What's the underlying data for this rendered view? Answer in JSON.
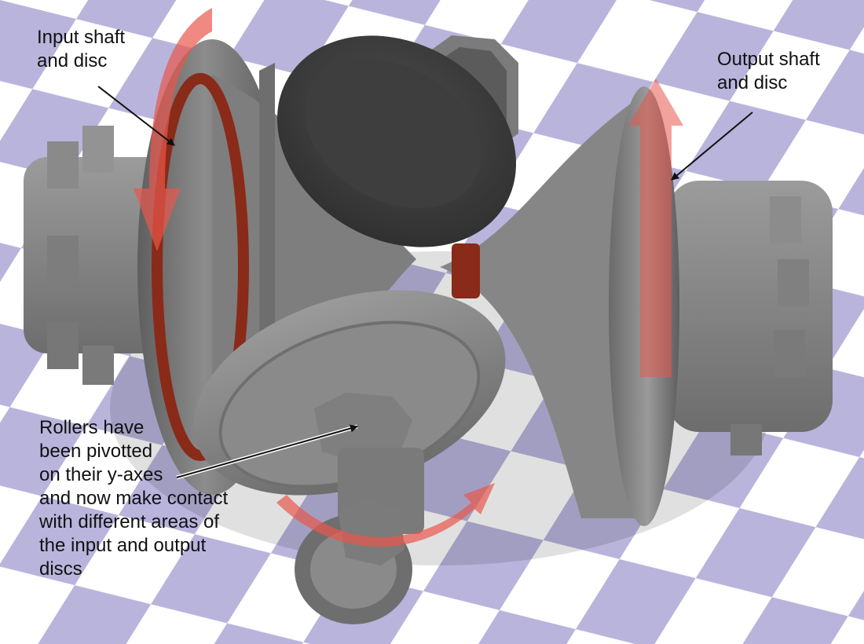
{
  "labels": {
    "input": {
      "lines": [
        "Input shaft",
        "and disc"
      ]
    },
    "output": {
      "lines": [
        "Output shaft",
        "and disc"
      ]
    },
    "rollers": {
      "lines": [
        "Rollers have",
        "been pivotted",
        "on their y-axes",
        "and now make contact",
        "with different areas of",
        "the input and output",
        "discs"
      ]
    }
  },
  "colors": {
    "checker_light": "#ffffff",
    "checker_dark": "#b9b4dc",
    "metal": "#8f8f8f",
    "metal_dark": "#5d5d5d",
    "contact_band": "#8a2a18",
    "motion_arrow": "#e8574c"
  }
}
